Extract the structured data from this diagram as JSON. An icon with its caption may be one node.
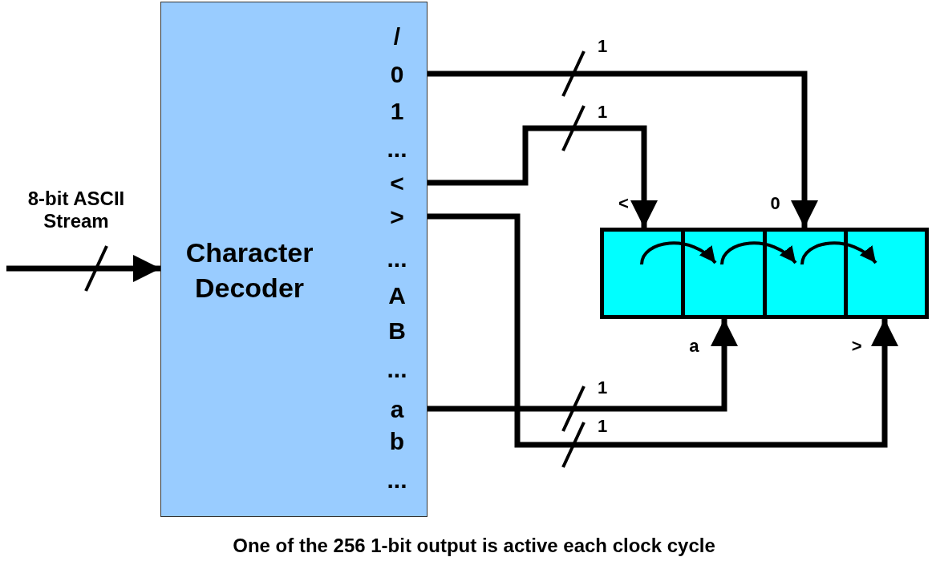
{
  "diagram": {
    "caption": "One of the 256 1-bit output is active each clock cycle",
    "nodes": [
      {
        "text": [
          "Character Decoder"
        ]
      },
      {
        "text": [
          "/"
        ],
        "in": 0
      },
      {
        "text": [
          "0"
        ],
        "in": 0
      },
      {
        "text": [
          "1"
        ],
        "in": 0
      },
      {
        "text": [
          "..."
        ],
        "in": 0
      },
      {
        "text": [
          "<"
        ],
        "in": 0
      },
      {
        "text": [
          ">"
        ],
        "in": 0
      },
      {
        "text": [
          "..."
        ],
        "in": 0
      },
      {
        "text": [
          "A"
        ],
        "in": 0
      },
      {
        "text": [
          "B"
        ],
        "in": 0
      },
      {
        "text": [
          "..."
        ],
        "in": 0
      },
      {
        "text": [
          "a"
        ],
        "in": 0
      },
      {
        "text": [
          "b"
        ],
        "in": 0
      },
      {
        "text": [
          "..."
        ],
        "in": 0
      },
      {
        "text": [],
        "shape": "box"
      },
      {
        "text": [],
        "shape": "box",
        "in": 14,
        "beside": [
          "<"
        ]
      },
      {
        "text": [],
        "shape": "box",
        "in": 14,
        "beside": [
          "a"
        ]
      },
      {
        "text": [],
        "shape": "box",
        "in": 14,
        "beside": [
          "0"
        ]
      },
      {
        "text": [],
        "shape": "box",
        "in": 14,
        "beside": [
          ">"
        ]
      }
    ],
    "edges": [
      {
        "from": null,
        "to": 0,
        "arrow": "to"
      },
      {
        "from": 2,
        "to": 17,
        "arrow": "to",
        "label": "1"
      },
      {
        "from": 5,
        "to": 15,
        "arrow": "to",
        "label": "1"
      },
      {
        "from": 11,
        "to": 16,
        "arrow": "to",
        "label": "1"
      },
      {
        "from": 6,
        "to": 18,
        "arrow": "to",
        "label": "1"
      },
      {
        "from": 15,
        "to": 16,
        "arrow": "to"
      },
      {
        "from": 16,
        "to": 17,
        "arrow": "to"
      },
      {
        "from": 17,
        "to": 18,
        "arrow": "to"
      }
    ],
    "labels": [
      "8-bit ASCII Stream"
    ]
  }
}
